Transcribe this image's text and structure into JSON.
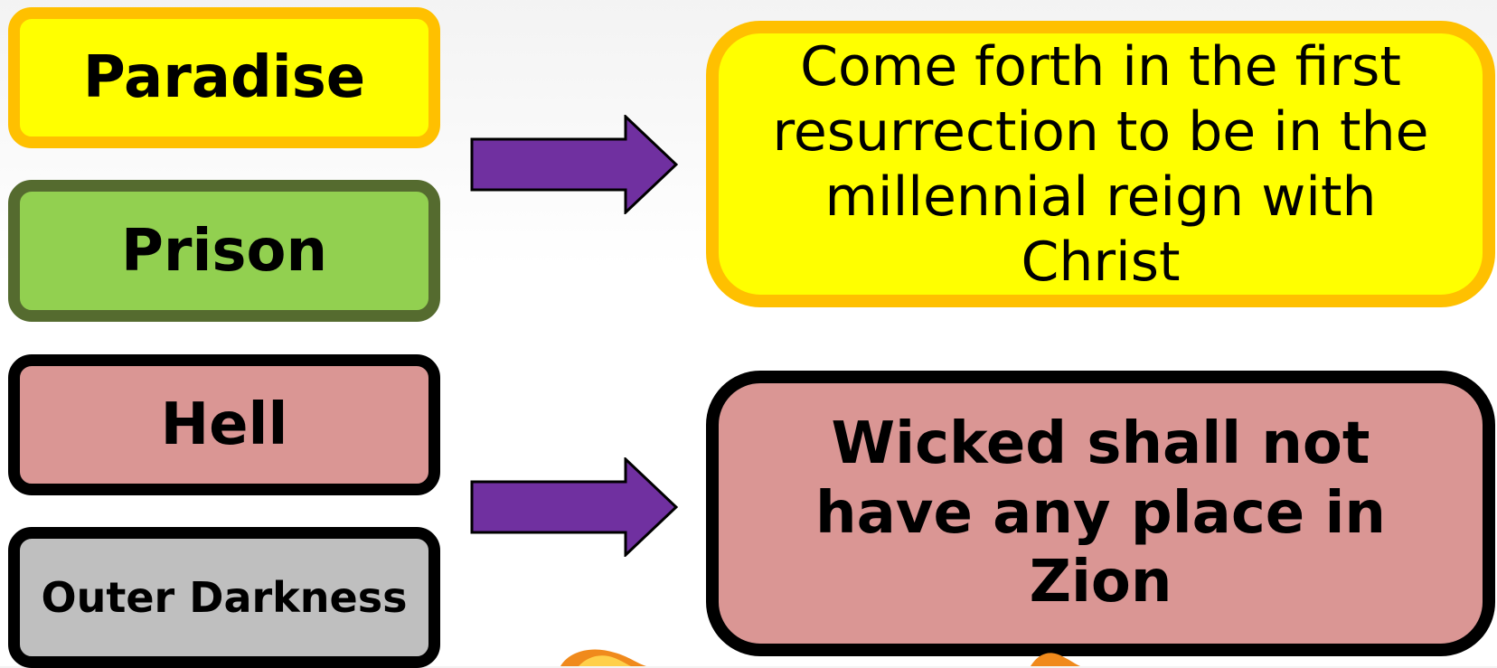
{
  "states": [
    {
      "id": "paradise",
      "label": "Paradise"
    },
    {
      "id": "prison",
      "label": "Prison"
    },
    {
      "id": "hell",
      "label": "Hell"
    },
    {
      "id": "outer",
      "label": "Outer Darkness"
    }
  ],
  "outcomes": {
    "first_resurrection": "Come forth in the first resurrection to be in the millennial reign with Christ",
    "wicked": "Wicked shall not have any place in Zion"
  },
  "colors": {
    "yellow_fill": "#ffff00",
    "yellow_border": "#ffc000",
    "green_fill": "#92d050",
    "green_border": "#556b2f",
    "red_fill": "#da9694",
    "gray_fill": "#bfbfbf",
    "arrow_fill": "#7030a0"
  }
}
